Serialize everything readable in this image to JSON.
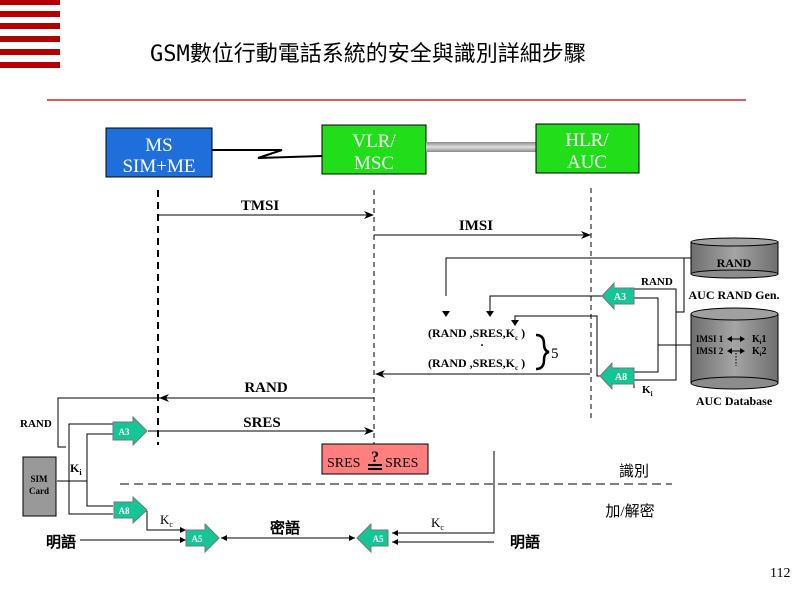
{
  "slide": {
    "title": "GSM數位行動電話系統的安全與識別詳細步驟",
    "page_number": "112",
    "accent_color": "#b30000"
  },
  "entities": {
    "ms": {
      "line1": "MS",
      "line2": "SIM+ME",
      "color": "#1f6fdb"
    },
    "vlr": {
      "line1": "VLR/",
      "line2": "MSC",
      "color": "#22dd1a"
    },
    "hlr": {
      "line1": "HLR/",
      "line2": "AUC",
      "color": "#22dd1a"
    }
  },
  "messages": {
    "tmsi": "TMSI",
    "imsi": "IMSI",
    "rand": "RAND",
    "sres": "SRES"
  },
  "auc": {
    "rand_db_label": "RAND",
    "rand_gen_caption": "AUC RAND Gen.",
    "database_caption": "AUC Database",
    "db_rows": [
      {
        "imsi": "IMSI 1",
        "key": "K",
        "sub": "i",
        "num": "1"
      },
      {
        "imsi": "IMSI 2",
        "key": "K",
        "sub": "i",
        "num": "2"
      }
    ],
    "rand_label": "RAND",
    "ki_label": "K",
    "ki_sub": "i"
  },
  "algorithms": {
    "a3": "A3",
    "a8": "A8",
    "a5": "A5"
  },
  "triplets": {
    "row": "(RAND ,SRES,K",
    "sub": "c",
    "close": " )",
    "dot": "·",
    "count": "5"
  },
  "ms_side": {
    "rand_label": "RAND",
    "sim_line1": "SIM",
    "sim_line2": "Card",
    "ki_label": "K",
    "ki_sub": "i",
    "kc_label": "K",
    "kc_sub": "c"
  },
  "compare": {
    "left": "SRES",
    "op": "?",
    "right": "SRES",
    "color": "#ff7f7f"
  },
  "phases": {
    "identification": "識別",
    "encryption": "加/解密"
  },
  "cipher": {
    "plaintext_left": "明語",
    "ciphertext": "密語",
    "plaintext_right": "明語",
    "kc_label": "K",
    "kc_sub": "c"
  },
  "colors": {
    "algo_fill": "#14c596",
    "db_gray": "#8c8c8c",
    "sim_gray": "#999999"
  }
}
